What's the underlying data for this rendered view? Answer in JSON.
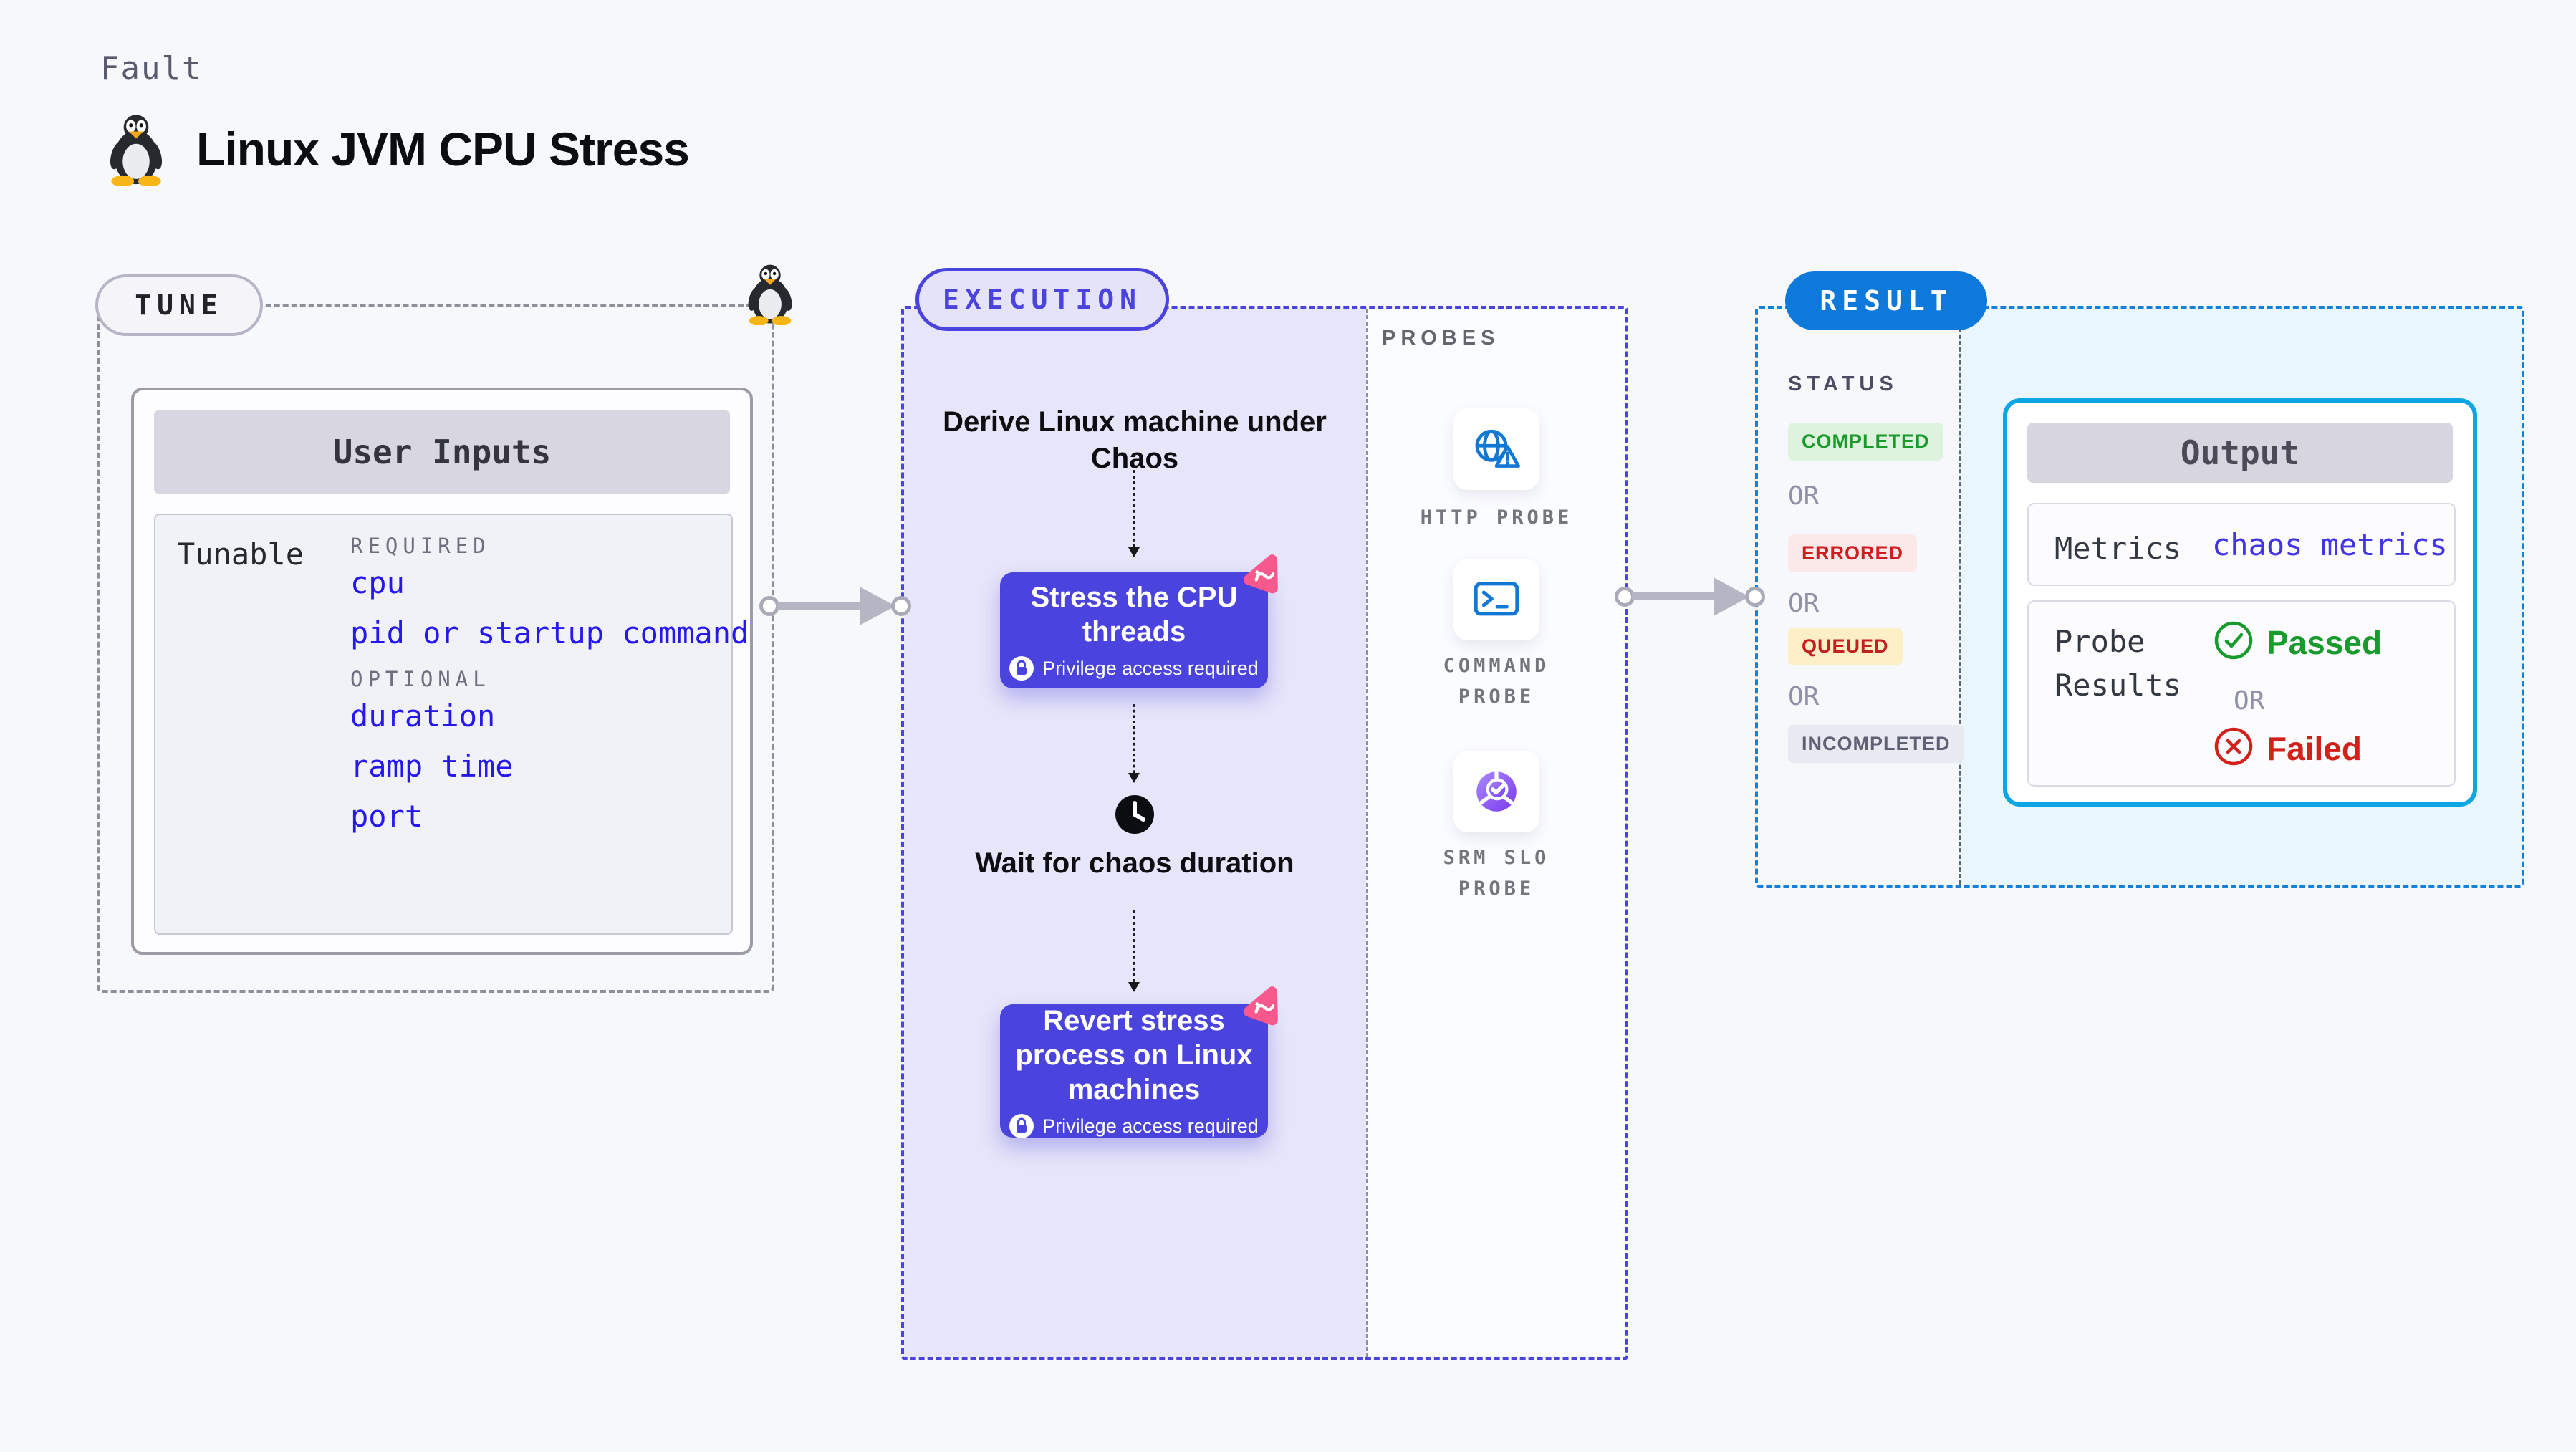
{
  "header": {
    "category": "Fault",
    "title": "Linux JVM CPU Stress",
    "os_icon": "tux-penguin-icon"
  },
  "tune": {
    "label": "TUNE",
    "card": {
      "title": "User Inputs",
      "row_label": "Tunable",
      "groups": [
        {
          "heading": "REQUIRED",
          "items": [
            "cpu",
            "pid or startup command"
          ]
        },
        {
          "heading": "OPTIONAL",
          "items": [
            "duration",
            "ramp time",
            "port"
          ]
        }
      ]
    }
  },
  "execution": {
    "label": "EXECUTION",
    "steps": {
      "derive": "Derive Linux machine under Chaos",
      "stress": {
        "title": "Stress the CPU threads",
        "note": "Privilege access required",
        "badge_icon": "litmus-chaos-icon",
        "note_icon": "lock-icon"
      },
      "wait": "Wait for chaos duration",
      "wait_icon": "clock-icon",
      "revert": {
        "title": "Revert stress process on Linux machines",
        "note": "Privilege access required",
        "badge_icon": "litmus-chaos-icon",
        "note_icon": "lock-icon"
      }
    },
    "probes": {
      "label": "PROBES",
      "items": [
        {
          "name": "HTTP PROBE",
          "icon": "globe-warning-icon"
        },
        {
          "name": "COMMAND PROBE",
          "icon": "terminal-icon"
        },
        {
          "name": "SRM SLO PROBE",
          "icon": "pie-check-icon"
        }
      ]
    }
  },
  "result": {
    "label": "RESULT",
    "status": {
      "heading": "STATUS",
      "separator": "OR",
      "badges": [
        {
          "label": "COMPLETED",
          "fg": "#1b9a2c",
          "bg": "#def3dd"
        },
        {
          "label": "ERRORED",
          "fg": "#cd1f1f",
          "bg": "#fbe9e9"
        },
        {
          "label": "QUEUED",
          "fg": "#c32020",
          "bg": "#fdf0c7"
        },
        {
          "label": "INCOMPLETED",
          "fg": "#5d6173",
          "bg": "#e9e9f1"
        }
      ]
    },
    "output": {
      "title": "Output",
      "metrics_label": "Metrics",
      "metrics_value": "chaos metrics",
      "probe_results_label": "Probe Results",
      "passed_label": "Passed",
      "failed_label": "Failed",
      "separator": "OR",
      "passed_icon": "check-circle-icon",
      "failed_icon": "x-circle-icon"
    }
  },
  "colors": {
    "page_bg": "#f7f8fb",
    "execution_accent": "#4a43dd",
    "execution_fill": "#e6e5f9",
    "result_accent": "#1580da",
    "result_fill": "#e9f6fe",
    "output_border": "#0da6e2",
    "tunable_item_blue": "#2517ee",
    "metrics_blue": "#4334e6",
    "passed_green": "#189a2d",
    "failed_red": "#d2201b",
    "chaos_pink": "#f7598c",
    "probe_blue": "#1278d3",
    "probe_purple": "#7a3bf0",
    "connector_gray": "#b5b5c3"
  }
}
